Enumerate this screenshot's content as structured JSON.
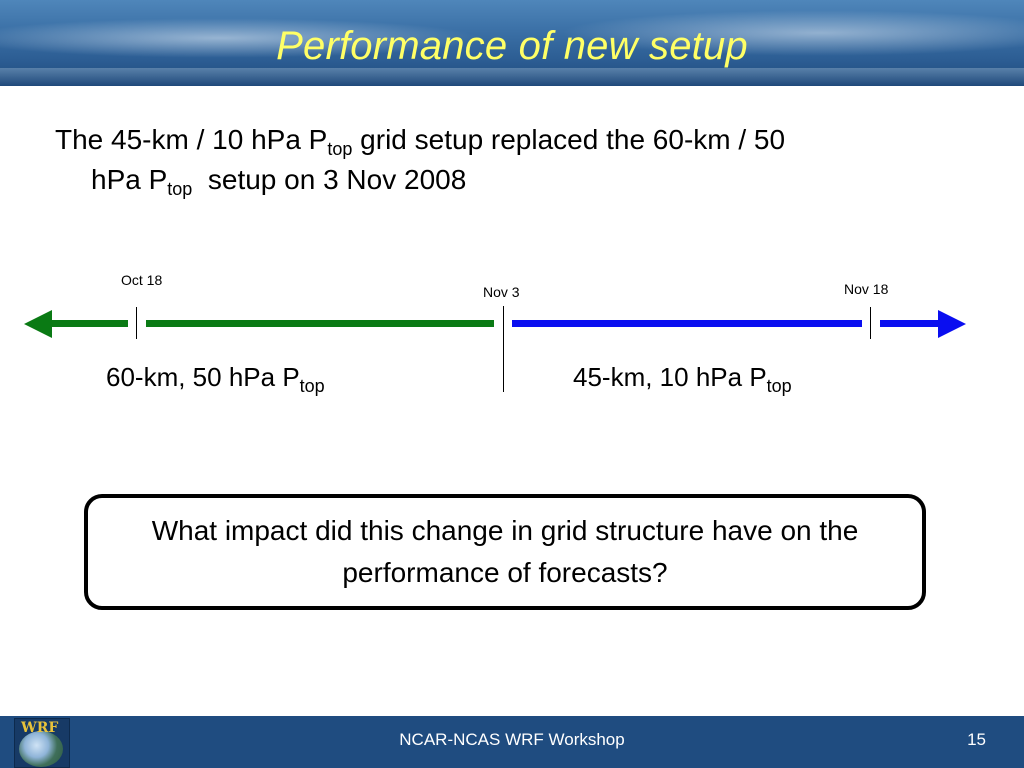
{
  "header": {
    "title": "Performance of new setup"
  },
  "body": {
    "line1_prefix": "The 45-km / 10 hPa P",
    "line1_sub": "top",
    "line1_suffix": " grid setup replaced the 60-km / 50",
    "line2_prefix": "hPa P",
    "line2_sub": "top",
    "line2_suffix": "  setup on 3 Nov 2008"
  },
  "timeline": {
    "ticks": [
      {
        "label": "Oct 18"
      },
      {
        "label": "Nov 3"
      },
      {
        "label": "Nov 18"
      }
    ],
    "left_period": {
      "main": "60-km, 50 hPa P",
      "sub": "top",
      "color": "#0a7a14"
    },
    "right_period": {
      "main": "45-km, 10 hPa P",
      "sub": "top",
      "color": "#0a0ef0"
    }
  },
  "question": {
    "text": "What impact did this change in grid structure have on the performance of forecasts?"
  },
  "footer": {
    "text": "NCAR-NCAS WRF Workshop",
    "page": "15",
    "logo_text": "WRF"
  },
  "colors": {
    "title": "#ffff66",
    "footer_bg": "#1f4c80",
    "header_bg": "#3a6fa5"
  }
}
